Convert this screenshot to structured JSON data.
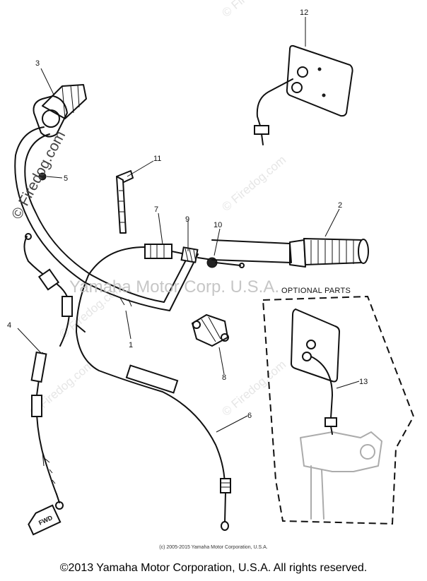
{
  "callouts": {
    "c1": "1",
    "c2": "2",
    "c3": "3",
    "c4": "4",
    "c5": "5",
    "c6": "6",
    "c7": "7",
    "c8": "8",
    "c9": "9",
    "c10": "10",
    "c11": "11",
    "c12": "12",
    "c13": "13"
  },
  "optional_parts_label": "OPTIONAL PARTS",
  "fwd_label": "FWD",
  "watermarks": {
    "firedog_main": "© Firedog.com",
    "yamaha_overlay": "Yamaha Motor Corp. U.S.A.",
    "tile": "© Firedog.com"
  },
  "footer": {
    "small_copyright": "(c) 2005-2015 Yamaha Motor Corporation, U.S.A.",
    "main_copyright": "©2013 Yamaha Motor Corporation, U.S.A. All rights reserved."
  }
}
